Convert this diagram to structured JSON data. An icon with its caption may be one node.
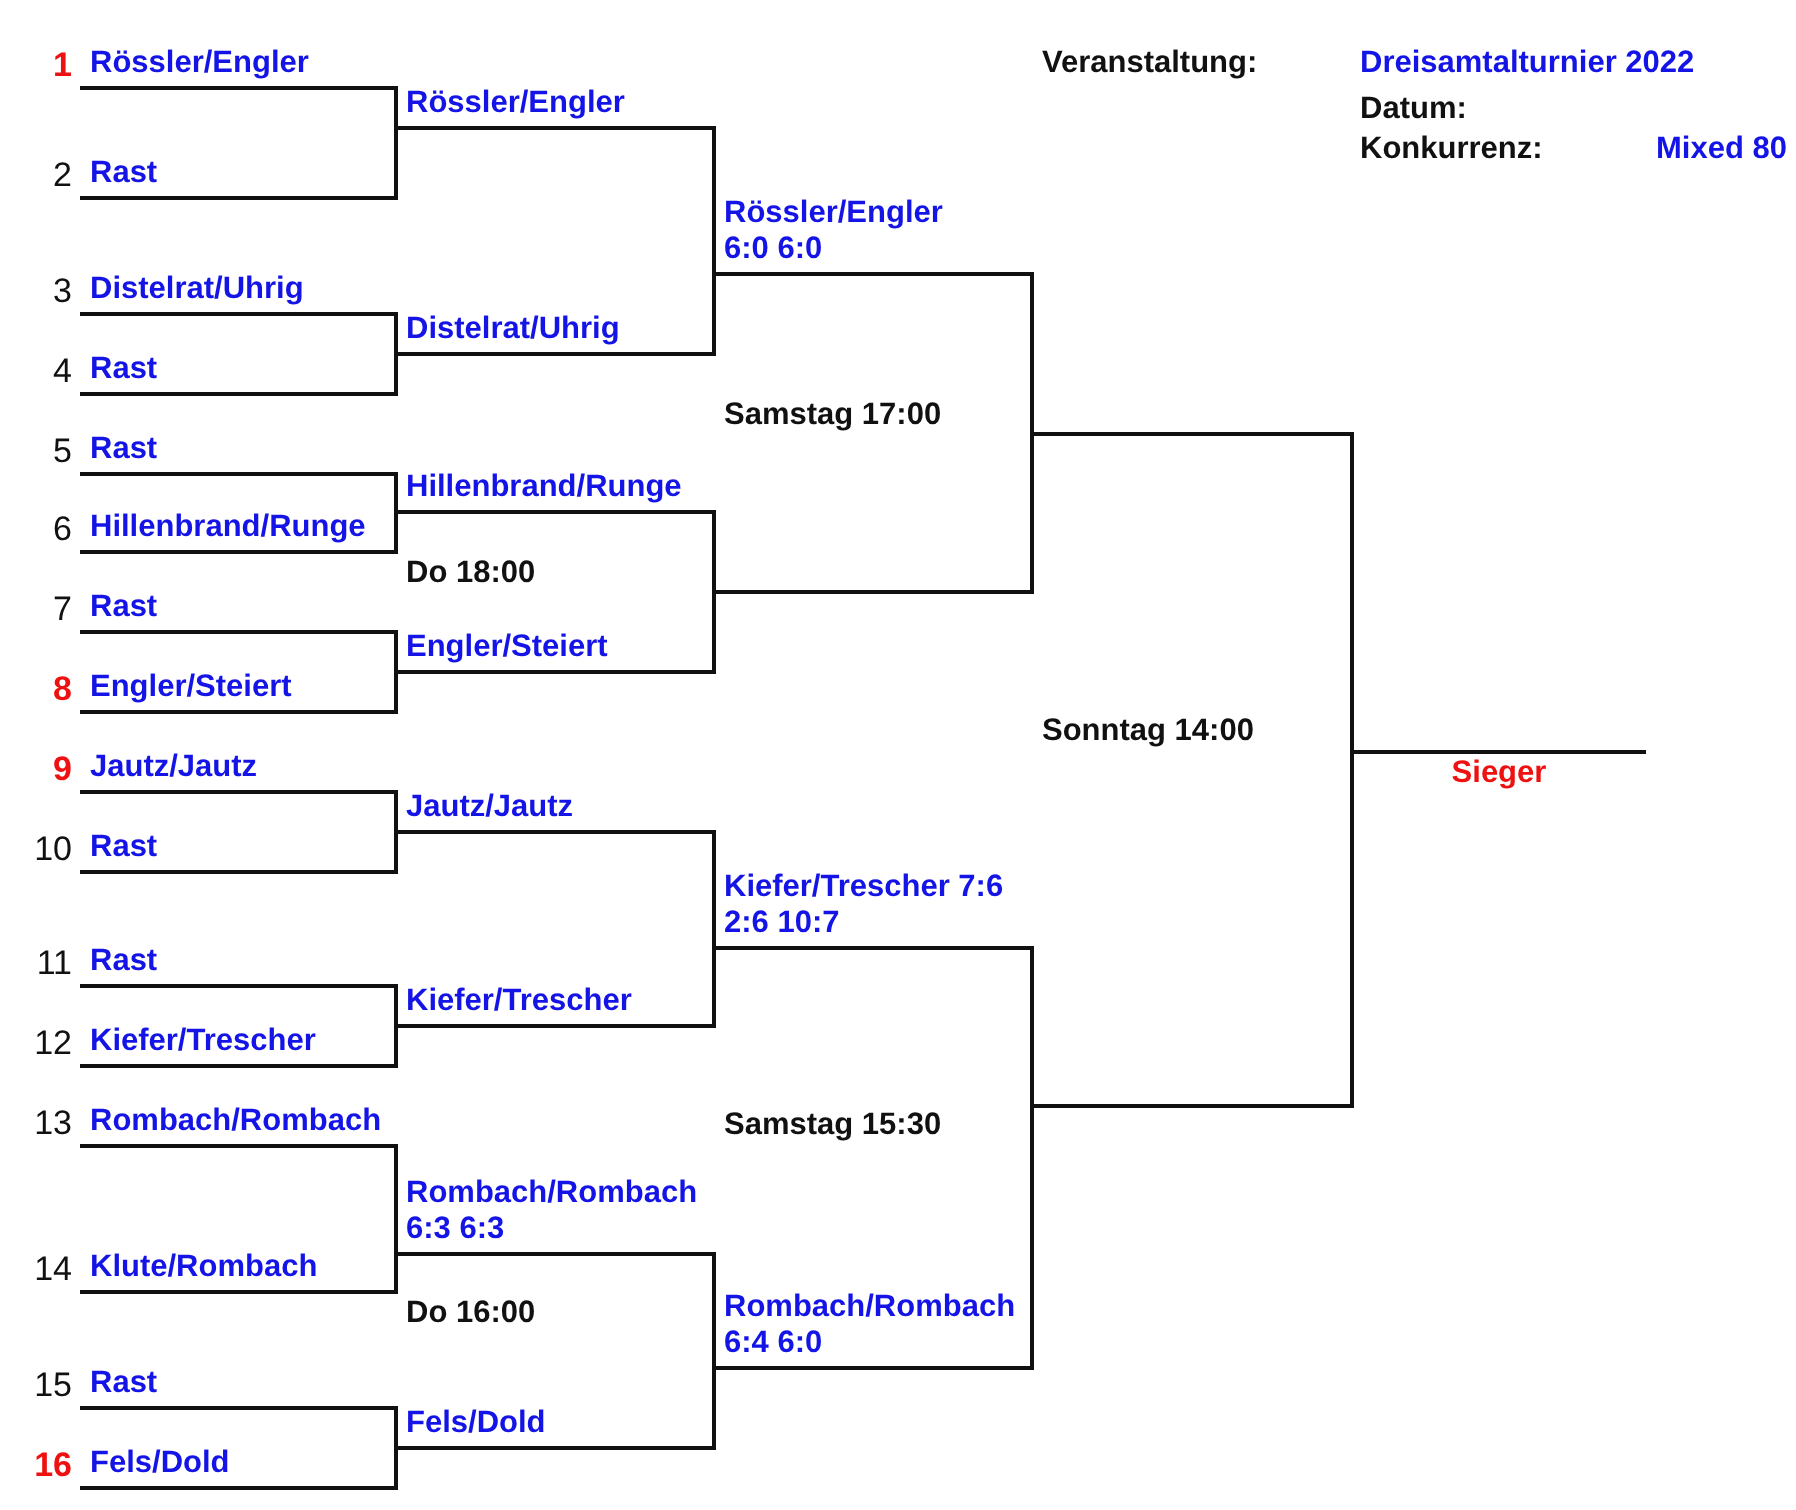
{
  "diagram": {
    "nodes": [
      {
        "text": [
          "Rössler/Engler"
        ],
        "beside": [
          "1"
        ]
      },
      {
        "text": [
          "Rast"
        ],
        "beside": [
          "2"
        ]
      },
      {
        "text": [
          "Distelrat/Uhrig"
        ],
        "beside": [
          "3"
        ]
      },
      {
        "text": [
          "Rast"
        ],
        "beside": [
          "4"
        ]
      },
      {
        "text": [
          "Rast"
        ],
        "beside": [
          "5"
        ]
      },
      {
        "text": [
          "Hillenbrand/Runge"
        ],
        "beside": [
          "6"
        ]
      },
      {
        "text": [
          "Rast"
        ],
        "beside": [
          "7"
        ]
      },
      {
        "text": [
          "Engler/Steiert"
        ],
        "beside": [
          "8"
        ]
      },
      {
        "text": [
          "Jautz/Jautz"
        ],
        "beside": [
          "9"
        ]
      },
      {
        "text": [
          "Rast"
        ],
        "beside": [
          "10"
        ]
      },
      {
        "text": [
          "Rast"
        ],
        "beside": [
          "11"
        ]
      },
      {
        "text": [
          "Kiefer/Trescher"
        ],
        "beside": [
          "12"
        ]
      },
      {
        "text": [
          "Rombach/Rombach"
        ],
        "beside": [
          "13"
        ]
      },
      {
        "text": [
          "Klute/Rombach"
        ],
        "beside": [
          "14"
        ]
      },
      {
        "text": [
          "Rast"
        ],
        "beside": [
          "15"
        ]
      },
      {
        "text": [
          "Fels/Dold"
        ],
        "beside": [
          "16"
        ]
      },
      {
        "text": [
          "Rössler/Engler"
        ]
      },
      {
        "text": [
          "Distelrat/Uhrig"
        ]
      },
      {
        "text": [
          "Hillenbrand/Runge"
        ]
      },
      {
        "text": [
          "Engler/Steiert"
        ]
      },
      {
        "text": [
          "Jautz/Jautz"
        ]
      },
      {
        "text": [
          "Kiefer/Trescher"
        ]
      },
      {
        "text": [
          "Rombach/Rombach 6:3 6:3"
        ]
      },
      {
        "text": [
          "Fels/Dold"
        ]
      },
      {
        "text": [
          "Rössler/Engler 6:0 6:0"
        ]
      },
      {
        "text": [],
        "shape": "line"
      },
      {
        "text": [
          "Kiefer/Trescher 7:6 2:6 10:7"
        ]
      },
      {
        "text": [
          "Rombach/Rombach 6:4 6:0"
        ]
      },
      {
        "text": [],
        "shape": "line"
      },
      {
        "text": [],
        "shape": "line"
      },
      {
        "text": [
          "Sieger"
        ]
      }
    ],
    "edges": [
      {
        "from": 0,
        "to": 16,
        "arrow": "none"
      },
      {
        "from": 1,
        "to": 16,
        "arrow": "none"
      },
      {
        "from": 2,
        "to": 17,
        "arrow": "none"
      },
      {
        "from": 3,
        "to": 17,
        "arrow": "none"
      },
      {
        "from": 4,
        "to": 18,
        "arrow": "none"
      },
      {
        "from": 5,
        "to": 18,
        "arrow": "none"
      },
      {
        "from": 6,
        "to": 19,
        "arrow": "none"
      },
      {
        "from": 7,
        "to": 19,
        "arrow": "none"
      },
      {
        "from": 8,
        "to": 20,
        "arrow": "none"
      },
      {
        "from": 9,
        "to": 20,
        "arrow": "none"
      },
      {
        "from": 10,
        "to": 21,
        "arrow": "none"
      },
      {
        "from": 11,
        "to": 21,
        "arrow": "none"
      },
      {
        "from": 12,
        "to": 22,
        "arrow": "none"
      },
      {
        "from": 13,
        "to": 22,
        "arrow": "none"
      },
      {
        "from": 14,
        "to": 23,
        "arrow": "none"
      },
      {
        "from": 15,
        "to": 23,
        "arrow": "none"
      },
      {
        "from": 16,
        "to": 24,
        "arrow": "none"
      },
      {
        "from": 17,
        "to": 24,
        "arrow": "none"
      },
      {
        "from": 18,
        "to": 25,
        "arrow": "none"
      },
      {
        "from": 19,
        "to": 25,
        "arrow": "none"
      },
      {
        "from": 20,
        "to": 26,
        "arrow": "none"
      },
      {
        "from": 21,
        "to": 26,
        "arrow": "none"
      },
      {
        "from": 22,
        "to": 27,
        "arrow": "none"
      },
      {
        "from": 23,
        "to": 27,
        "arrow": "none"
      },
      {
        "from": 24,
        "to": 28,
        "arrow": "none"
      },
      {
        "from": 25,
        "to": 28,
        "arrow": "none"
      },
      {
        "from": 26,
        "to": 29,
        "arrow": "none"
      },
      {
        "from": 27,
        "to": 29,
        "arrow": "none"
      },
      {
        "from": 28,
        "to": 30,
        "arrow": "none"
      },
      {
        "from": 29,
        "to": 30,
        "arrow": "none"
      }
    ],
    "labels": [
      "Veranstaltung:",
      "Dreisamtalturnier 2022",
      "Datum:",
      "Konkurrenz:",
      "Mixed 80",
      "Samstag 17:00",
      "Do 18:00",
      "Sonntag 14:00",
      "Samstag 15:30",
      "Do 16:00"
    ]
  }
}
